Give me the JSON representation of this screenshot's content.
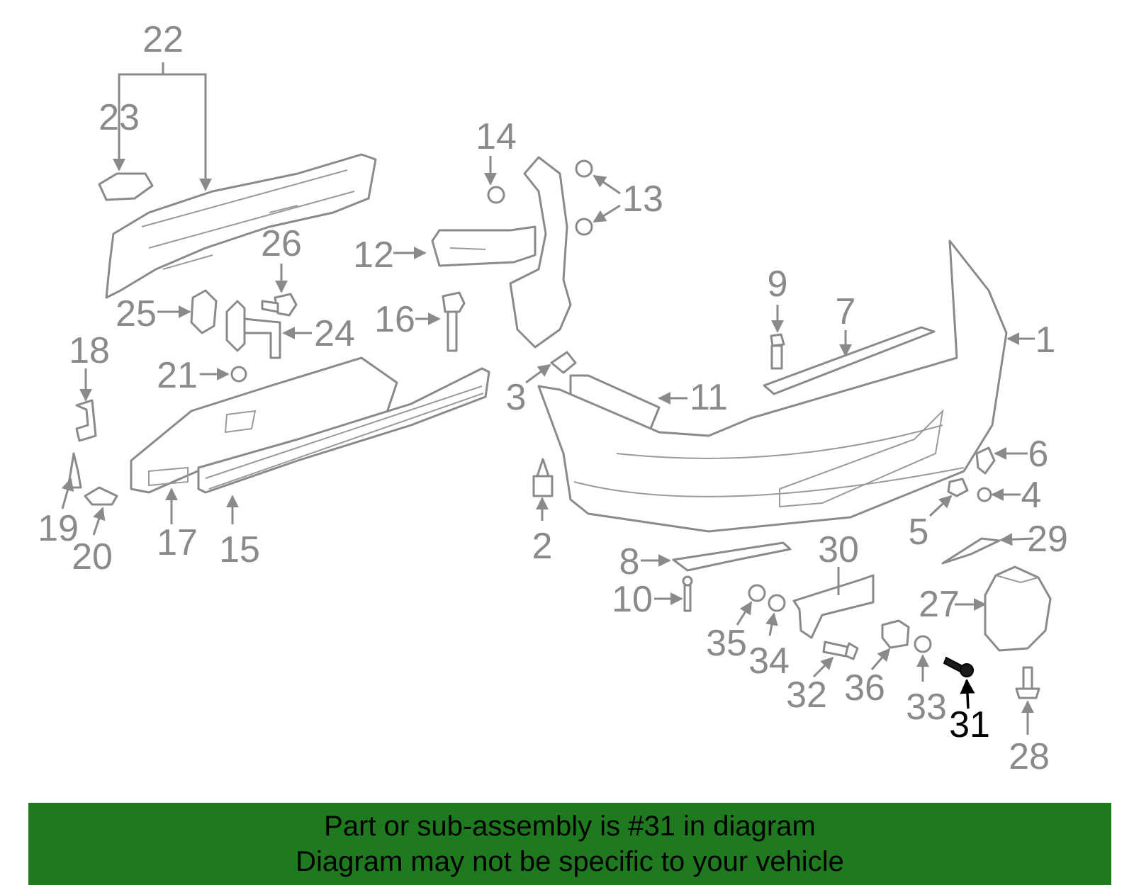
{
  "labels": {
    "p1": "1",
    "p2": "2",
    "p3": "3",
    "p4": "4",
    "p5": "5",
    "p6": "6",
    "p7": "7",
    "p8": "8",
    "p9": "9",
    "p10": "10",
    "p11": "11",
    "p12": "12",
    "p13": "13",
    "p14": "14",
    "p15": "15",
    "p16": "16",
    "p17": "17",
    "p18": "18",
    "p19": "19",
    "p20": "20",
    "p21": "21",
    "p22": "22",
    "p23": "23",
    "p24": "24",
    "p25": "25",
    "p26": "26",
    "p27": "27",
    "p28": "28",
    "p29": "29",
    "p30": "30",
    "p31": "31",
    "p32": "32",
    "p33": "33",
    "p34": "34",
    "p35": "35",
    "p36": "36"
  },
  "highlight": {
    "part": "31",
    "color": "#000000"
  },
  "colors": {
    "line": "#8a8a8a",
    "banner": "#1f7a1f"
  },
  "banner": {
    "line1": "Part or sub-assembly is #31 in diagram",
    "line2": "Diagram may not be specific to your vehicle"
  }
}
